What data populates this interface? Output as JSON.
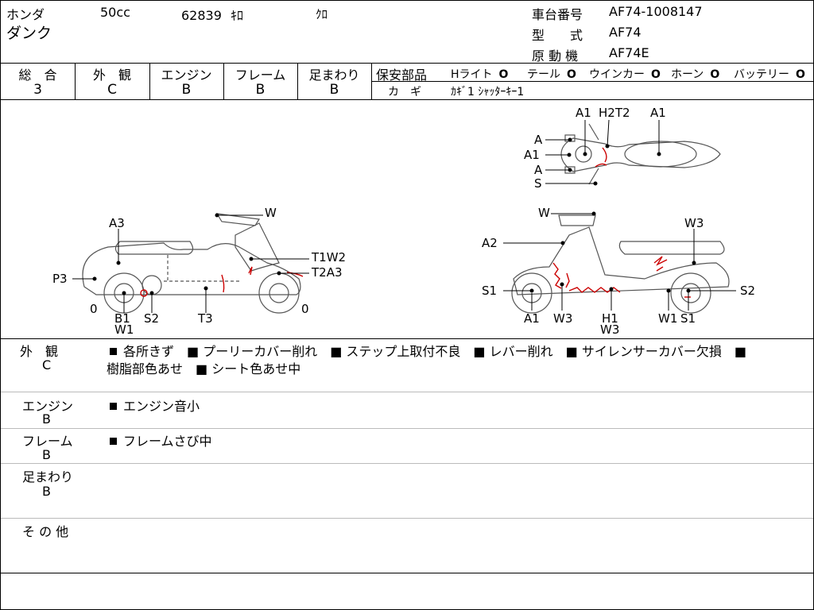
{
  "header": {
    "maker": "ホンダ",
    "model_name": "ダンク",
    "displacement": "50cc",
    "mileage": "62839",
    "mileage_unit": "ｷﾛ",
    "color": "ｸﾛ",
    "frame_no_label": "車台番号",
    "frame_no": "AF74-1008147",
    "model_code_label": "型　　式",
    "model_code": "AF74",
    "engine_label": "原 動 機",
    "engine_code": "AF74E"
  },
  "grades": {
    "overall_label": "総　合",
    "overall": "3",
    "exterior_label": "外　観",
    "exterior": "C",
    "engine_label": "エンジン",
    "engine": "B",
    "frame_label": "フレーム",
    "frame": "B",
    "suspension_label": "足まわり",
    "suspension": "B"
  },
  "safety": {
    "label": "保安部品",
    "items": [
      {
        "name": "Hライト",
        "mark": "O"
      },
      {
        "name": "テール",
        "mark": "O"
      },
      {
        "name": "ウインカー",
        "mark": "O"
      },
      {
        "name": "ホーン",
        "mark": "O"
      },
      {
        "name": "バッテリー",
        "mark": "O"
      }
    ],
    "key_label": "カ　ギ",
    "key_value": "ｶｷﾞ1 ｼｬｯﾀｰｷｰ1"
  },
  "diagram": {
    "left": {
      "labels": [
        "W",
        "A3",
        "T1W2",
        "T2A3",
        "P3",
        "0",
        "B1",
        "W1",
        "S2",
        "T3",
        "0"
      ]
    },
    "top": {
      "labels": [
        "A1",
        "H2T2",
        "A1",
        "A",
        "A1",
        "A",
        "S"
      ]
    },
    "right": {
      "labels": [
        "W",
        "W3",
        "A2",
        "S1",
        "S2",
        "A1",
        "W3",
        "H1",
        "W3",
        "W1",
        "S1"
      ]
    }
  },
  "remarks": {
    "exterior_label": "外　観",
    "exterior_grade": "C",
    "exterior_line1": "各所きず　■ プーリーカバー削れ　■ ステップ上取付不良　■ レバー削れ　■ サイレンサーカバー欠損　■",
    "exterior_line2": "樹脂部色あせ　■ シート色あせ中",
    "engine_label": "エンジン",
    "engine_grade": "B",
    "engine_text": "エンジン音小",
    "frame_label": "フレーム",
    "frame_grade": "B",
    "frame_text": "フレームさび中",
    "suspension_label": "足まわり",
    "suspension_grade": "B",
    "other_label": "そ の 他"
  },
  "colors": {
    "line": "#000000",
    "damage": "#cc0000",
    "diagram_stroke": "#555555"
  }
}
